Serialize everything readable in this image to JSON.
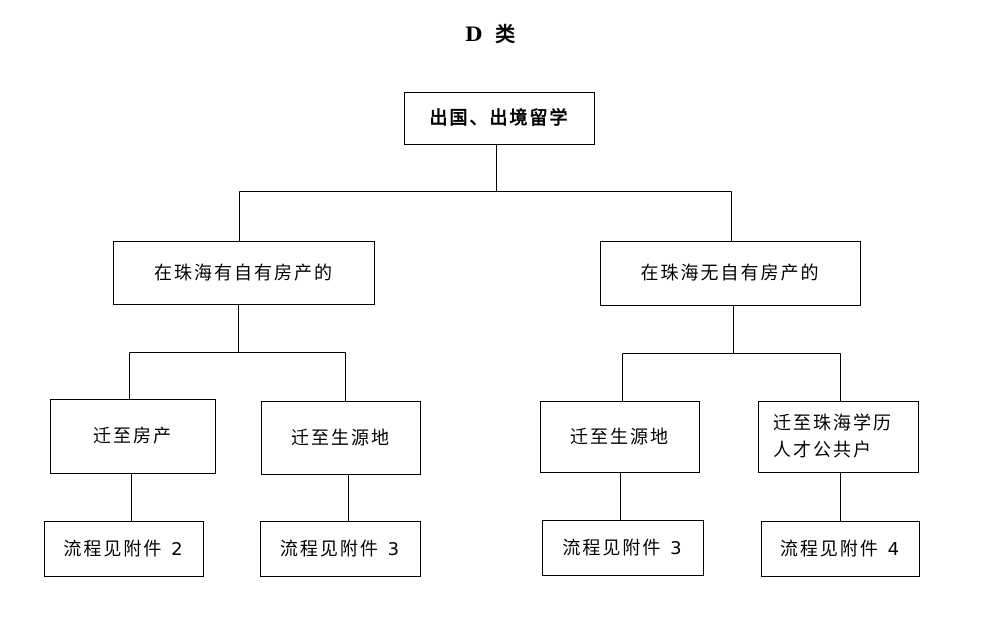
{
  "title": "D 类",
  "root": "出国、出境留学",
  "branches": [
    {
      "label": "在珠海有自有房产的",
      "children": [
        {
          "label": "迁至房产",
          "procedure": "流程见附件 2"
        },
        {
          "label": "迁至生源地",
          "procedure": "流程见附件 3"
        }
      ]
    },
    {
      "label": "在珠海无自有房产的",
      "children": [
        {
          "label": "迁至生源地",
          "procedure": "流程见附件 3"
        },
        {
          "label": "迁至珠海学历人才公共户",
          "procedure": "流程见附件 4"
        }
      ]
    }
  ]
}
